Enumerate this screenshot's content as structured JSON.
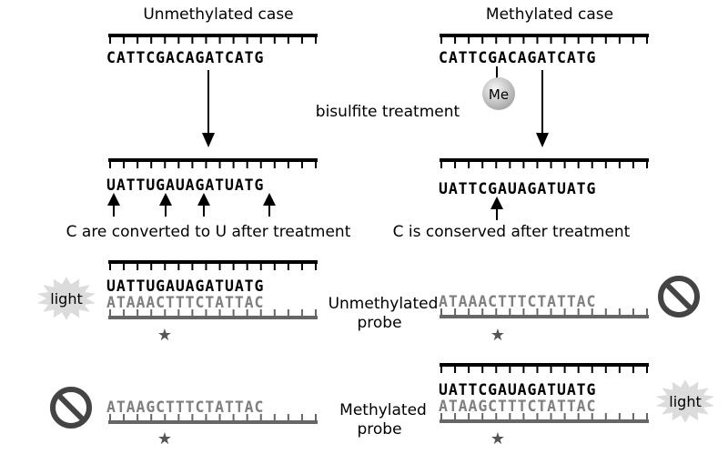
{
  "headings": {
    "unmethylated_case": "Unmethylated case",
    "methylated_case": "Methylated case"
  },
  "sequences": {
    "original": "CATTCGACAGATCATG",
    "unmethylated_converted": "UATTUGAUAGATUATG",
    "methylated_converted": "UATTCGAUAGATUATG",
    "unmethylated_probe": "ATAAACTTTCTATTAC",
    "methylated_probe": "ATAAGCTTTCTATTAC"
  },
  "labels": {
    "me": "Me",
    "bisulfite_treatment": "bisulfite treatment",
    "converted_note": "C are converted to U after treatment",
    "conserved_note": "C is conserved after treatment",
    "unmethylated_probe_line1": "Unmethylated",
    "unmethylated_probe_line2": "probe",
    "methylated_probe_line1": "Methylated",
    "methylated_probe_line2": "probe",
    "light": "light"
  },
  "colors": {
    "strand": "#000000",
    "probe": "#666666",
    "probe_text": "#808080",
    "burst": "#dcdcdc",
    "no_symbol": "#444444"
  },
  "icons": {
    "no_signal": "no-entry-icon",
    "signal": "light-burst-icon",
    "probe_tag": "star-icon"
  }
}
